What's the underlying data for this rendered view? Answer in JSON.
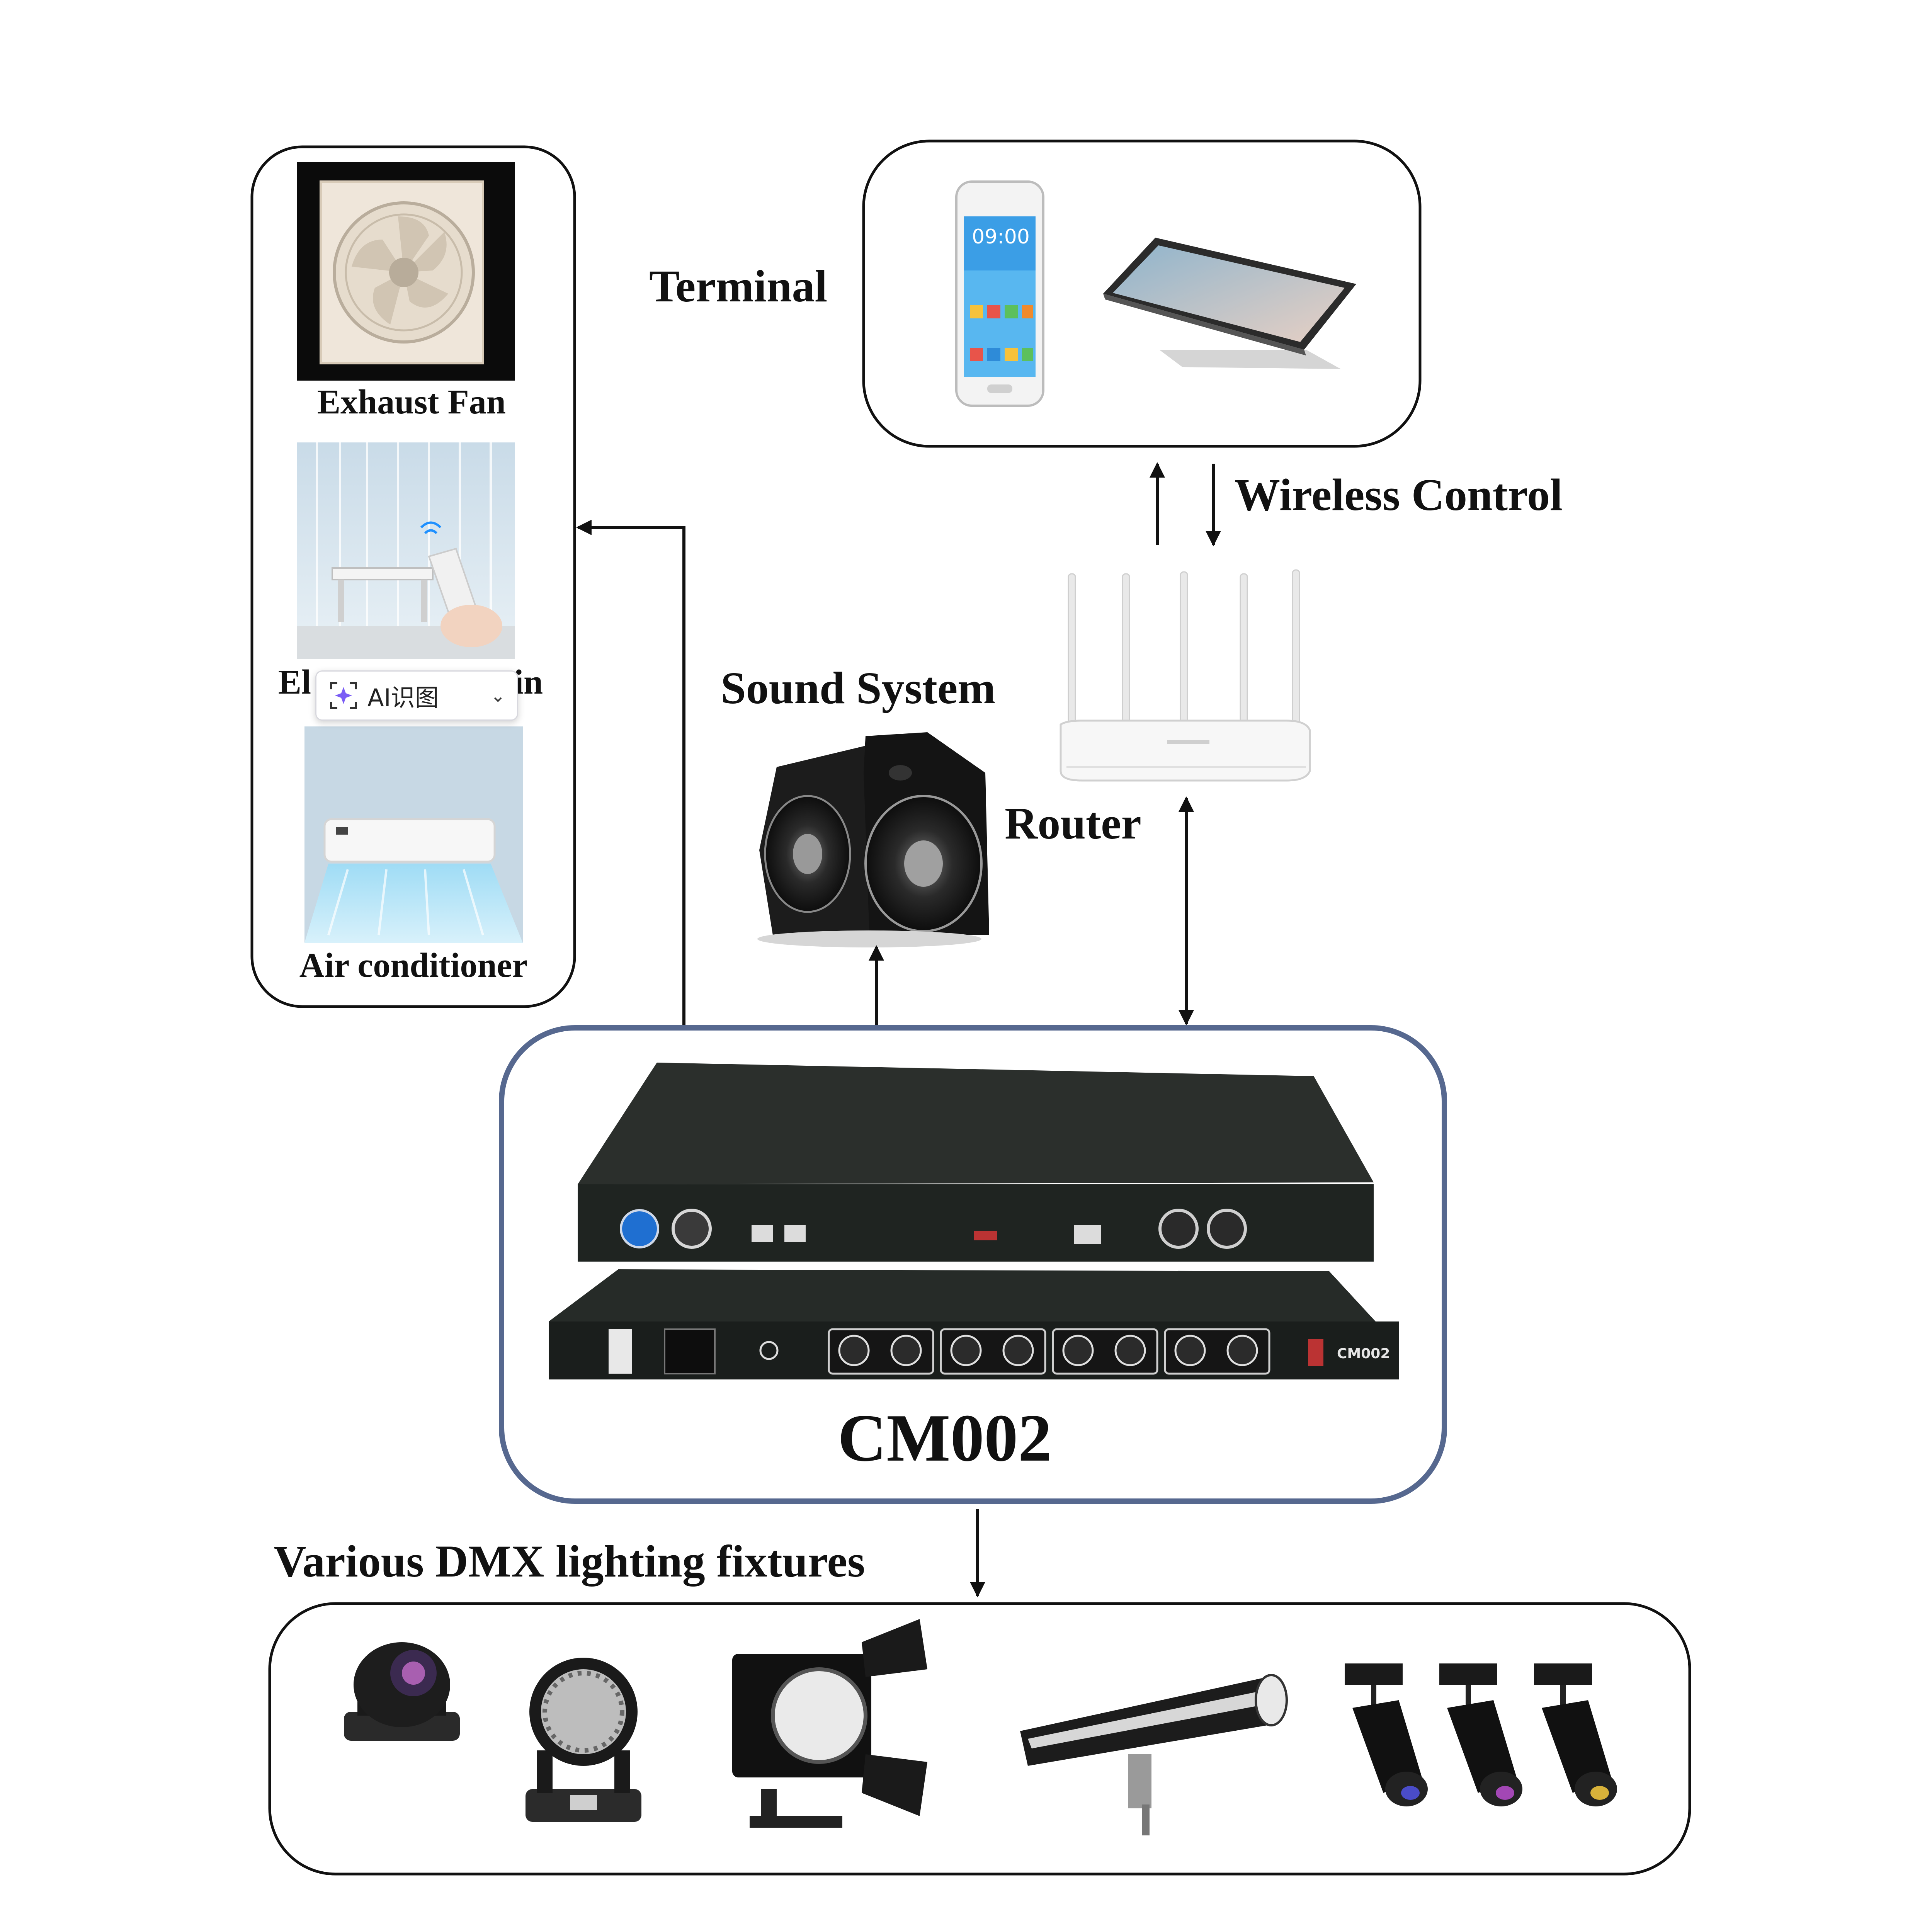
{
  "labels": {
    "exhaust_fan": "Exhaust Fan",
    "electric_curtain_left": "El",
    "electric_curtain_right": "in",
    "air_conditioner": "Air conditioner",
    "terminal": "Terminal",
    "wireless_control": "Wireless Control",
    "sound_system": "Sound System",
    "router": "Router",
    "controller": "CM002",
    "dmx_fixtures": "Various DMX lighting fixtures"
  },
  "overlay": {
    "text": "AI识图",
    "icon": "ai-sparkle-icon",
    "chevron": "chevron-down-icon"
  },
  "device_text": {
    "phone_time": "09:00",
    "panel_model": "CM002"
  },
  "colors": {
    "controller_border": "#56688f",
    "box_border": "#111111",
    "overlay_accent": "#7a5cf5"
  }
}
